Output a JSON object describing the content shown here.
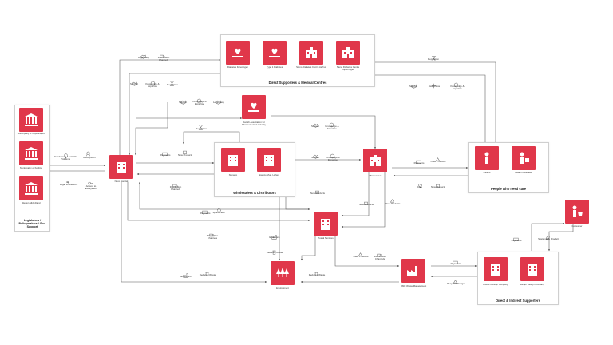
{
  "groups": {
    "direct_supporters": "Direct Supporters & Medical Centres",
    "legislators": "Legislators / Policymakers / Gov. Support",
    "wholesalers": "Wholesalers & Distributors",
    "people": "People who need care",
    "indirect_supporters": "Direct & Indirect Supporters"
  },
  "nodes": {
    "diabetes_foreningen": "Diabetes Foreningen",
    "type1_diabetes": "Type 1 Diabetes",
    "steno_aarhus": "Steno Diabetes Centre Aarhus",
    "steno_copenhagen": "Steno Diabetes Centre Copenhagen",
    "municipality_copenhagen": "Municipality of Copenhagen",
    "municipality_kolding": "Municipality of Kolding",
    "region_midtjylland": "Region Midtjylland",
    "danish_association": "Danish Association for Pharmaceutical Industry",
    "novo_nordisk": "Novo Nordisk",
    "nomeco": "Nomeco",
    "spenco": "Spenco Mua. Lichen",
    "pharmacies": "Pharmacies",
    "patient": "Patient",
    "health_caretaker": "Health Caretaker",
    "postal_services": "Postal Services",
    "environment": "Environment",
    "waste_management": "OMC Waste Management",
    "distinct_design": "Distinct Design Company",
    "larger_design": "Larger Design Company",
    "consumer": "Consumer"
  },
  "edges": {
    "legitimacy_top": "Legitimacy",
    "distribution_channels_top": "Distribution Channels",
    "reputation_right": "Reputation",
    "support_1": "Support",
    "knowledge_expertise_1": "Knowledge & Expertise",
    "reputation_1": "Reputation",
    "support_2": "Support",
    "awareness": "Awareness",
    "knowledge_expertise_right": "Knowledge & Expertise",
    "support_3": "Support",
    "knowledge_expertise_2": "Knowledge & Expertise",
    "legitimacy_2": "Legitimacy",
    "reputation_2": "Reputation",
    "support_4": "Support",
    "knowledge_expertise_3": "Knowledge & Expertise",
    "solutions_problems": "Solutions to Local HC Problems",
    "recognition": "Recognition",
    "legal_framework": "Legal Framework",
    "access_ecosystem": "Access to Ecosystem",
    "payments_1": "Payments",
    "new_products_1": "New Products",
    "distribution_channels_2": "Distribution Channels",
    "support_5": "Support",
    "knowledge_expertise_4": "Knowledge & Expertise",
    "payments_2": "Payments",
    "used_products_1": "Used Products",
    "care": "Care",
    "new_products_2": "New Products",
    "new_products_3": "New Products",
    "new_products_4": "New Products",
    "used_products_2": "Used Products",
    "payments_3": "Payments",
    "spare_parts": "Spare Parts",
    "distribution_channels_3": "Distribution Channels",
    "emissions_1": "Emissions",
    "reduced_waste_1": "Reduced Waste",
    "emissions_2": "Emissions",
    "reduced_waste_2": "Reduced Waste",
    "reduced_waste_3": "Reduced Waste",
    "used_products_3": "Used Products",
    "distribution_channels_4": "Distribution Channels",
    "payments_4": "Payments",
    "recycled_design": "Recycled Design",
    "payments_5": "Payments",
    "sustainable_product": "Sustainable Product"
  },
  "colors": {
    "accent": "#e0374a",
    "line": "#555555",
    "glyph": "#777777"
  }
}
